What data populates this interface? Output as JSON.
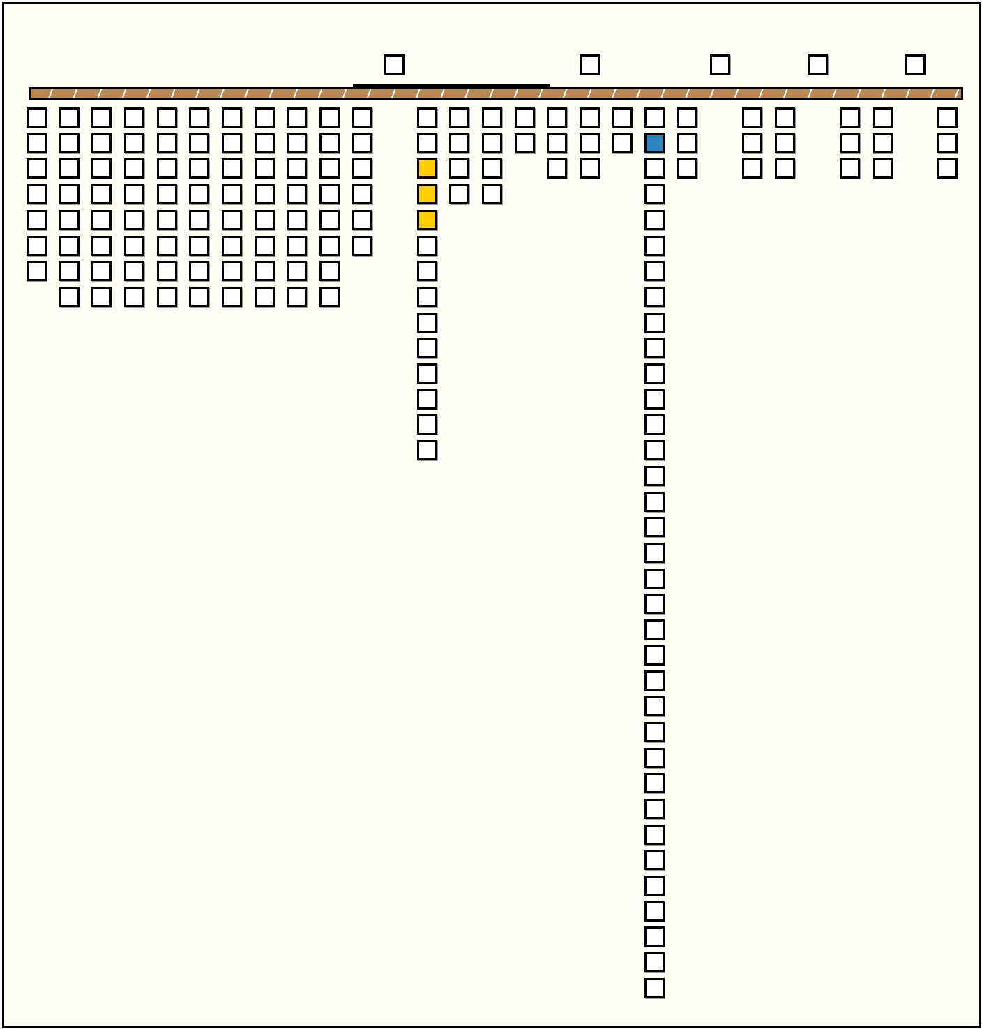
{
  "colors": {
    "background": "#fffff5",
    "empty": "#ffffff",
    "yellow": "#ffcc00",
    "blue": "#2e86c1",
    "bar": "#b98a55"
  },
  "top_markers": [
    11,
    17,
    21,
    24,
    27
  ],
  "columns": [
    {
      "slot": 0,
      "count": 7,
      "start": 0
    },
    {
      "slot": 1,
      "count": 8,
      "start": 0
    },
    {
      "slot": 2,
      "count": 8,
      "start": 0
    },
    {
      "slot": 3,
      "count": 8,
      "start": 0
    },
    {
      "slot": 4,
      "count": 8,
      "start": 0
    },
    {
      "slot": 5,
      "count": 8,
      "start": 0
    },
    {
      "slot": 6,
      "count": 8,
      "start": 0
    },
    {
      "slot": 7,
      "count": 8,
      "start": 0
    },
    {
      "slot": 8,
      "count": 8,
      "start": 0
    },
    {
      "slot": 9,
      "count": 8,
      "start": 0
    },
    {
      "slot": 10,
      "count": 6,
      "start": 0
    },
    {
      "slot": 12,
      "count": 14,
      "start": 0,
      "highlight": {
        "2": "yellow",
        "3": "yellow",
        "4": "yellow"
      }
    },
    {
      "slot": 13,
      "count": 4,
      "start": 0
    },
    {
      "slot": 14,
      "count": 4,
      "start": 0
    },
    {
      "slot": 15,
      "count": 2,
      "start": 0
    },
    {
      "slot": 16,
      "count": 3,
      "start": 0
    },
    {
      "slot": 17,
      "count": 3,
      "start": 0
    },
    {
      "slot": 18,
      "count": 2,
      "start": 0
    },
    {
      "slot": 19,
      "count": 35,
      "start": 0,
      "highlight": {
        "1": "blue"
      }
    },
    {
      "slot": 20,
      "count": 3,
      "start": 0
    },
    {
      "slot": 22,
      "count": 3,
      "start": 0
    },
    {
      "slot": 23,
      "count": 3,
      "start": 0
    },
    {
      "slot": 25,
      "count": 3,
      "start": 0
    },
    {
      "slot": 26,
      "count": 3,
      "start": 0
    },
    {
      "slot": 28,
      "count": 3,
      "start": 0
    }
  ]
}
